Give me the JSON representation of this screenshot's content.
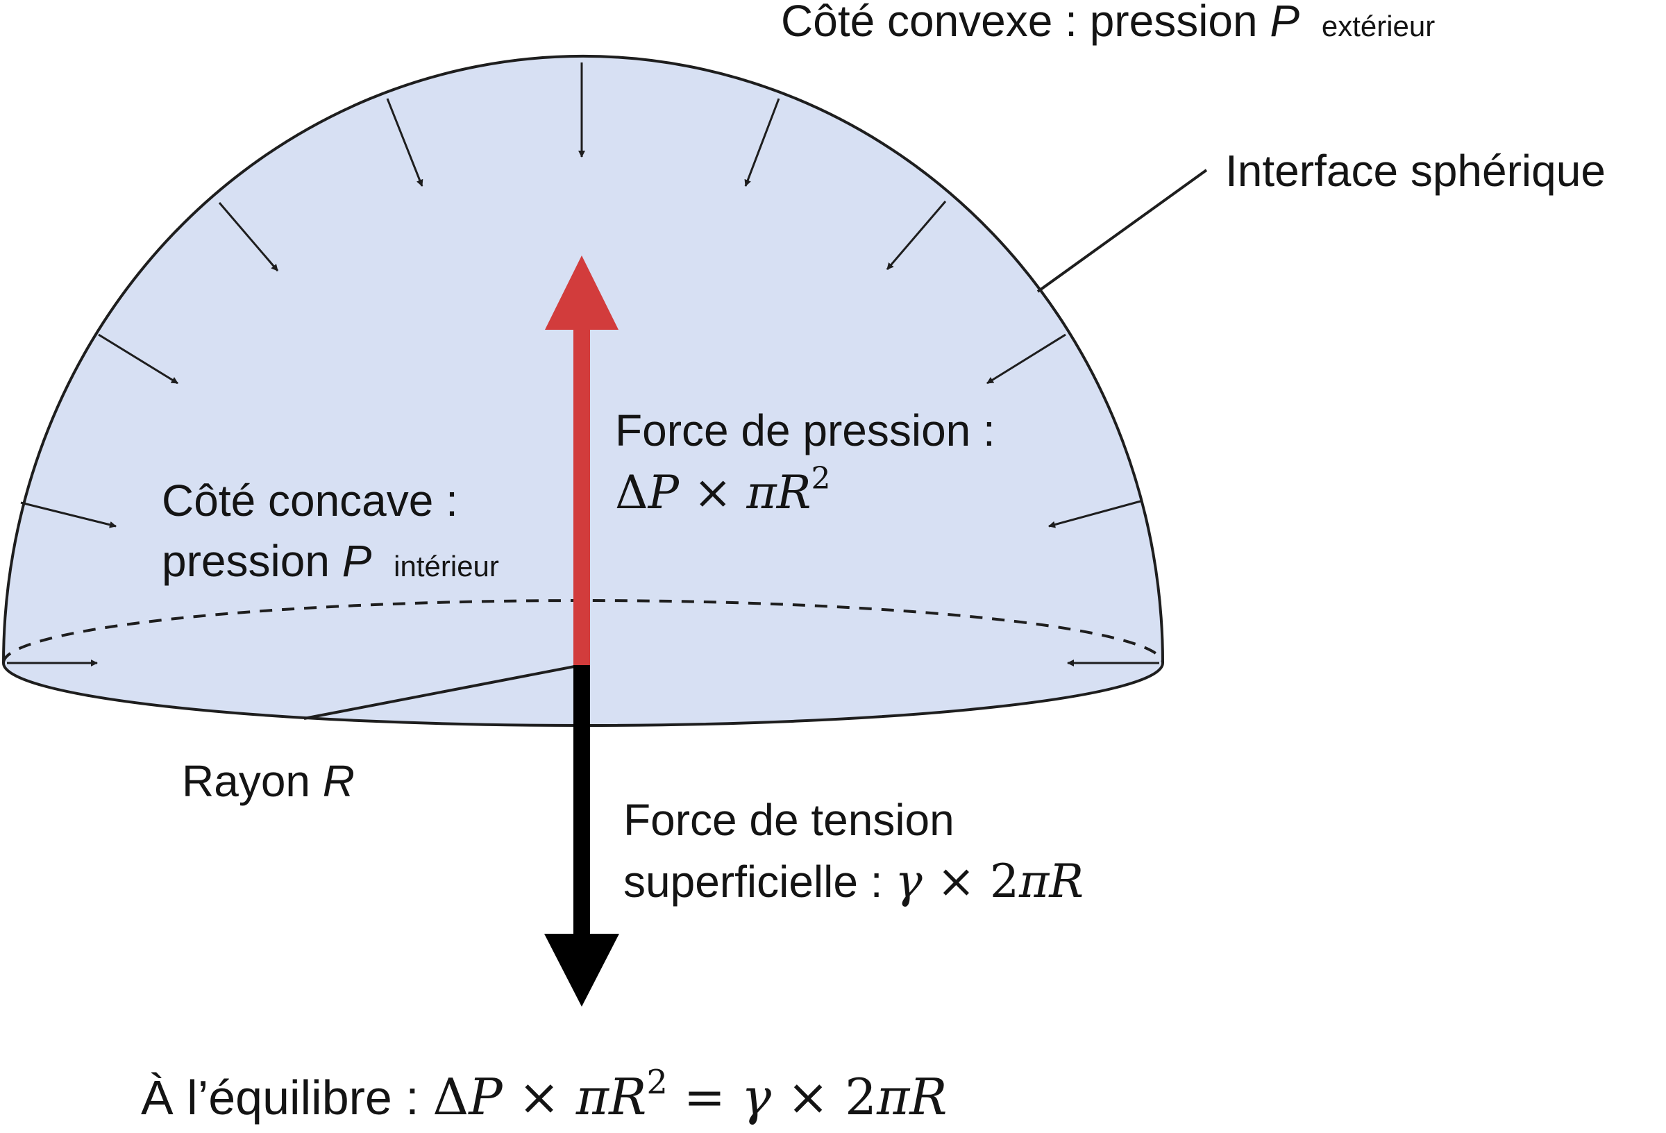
{
  "labels": {
    "convex_prefix": "Côté convexe : pression ",
    "convex_var": "P",
    "convex_sub": "extérieur",
    "interface": "Interface sphérique",
    "concave_line1": "Côté concave :",
    "concave_prefix": "pression ",
    "concave_var": "P",
    "concave_sub": "intérieur",
    "pressure_force_title": "Force de pression :",
    "pressure_force_formula": {
      "delta": "Δ",
      "p": "P",
      "times": " × ",
      "pi": "π",
      "r": "R",
      "exp": "2"
    },
    "radius_prefix": "Rayon ",
    "radius_var": "R",
    "tension_line1": "Force de tension",
    "tension_prefix": "superficielle : ",
    "tension_formula": {
      "gamma": "γ",
      "times": " × 2",
      "pi": "π",
      "r": "R"
    },
    "equilibrium_prefix": "À l’équilibre : ",
    "equilibrium_formula": {
      "delta": "Δ",
      "p": "P",
      "times1": " × ",
      "pi1": "π",
      "r1": "R",
      "exp": "2",
      "equals": " = ",
      "gamma": "γ",
      "times2": " × 2",
      "pi2": "π",
      "r2": "R"
    }
  },
  "colors": {
    "dome_fill": "#d7e0f3",
    "outline": "#1e1e1e",
    "pressure_arrow": "#d23c3c",
    "tension_arrow": "#000000"
  }
}
